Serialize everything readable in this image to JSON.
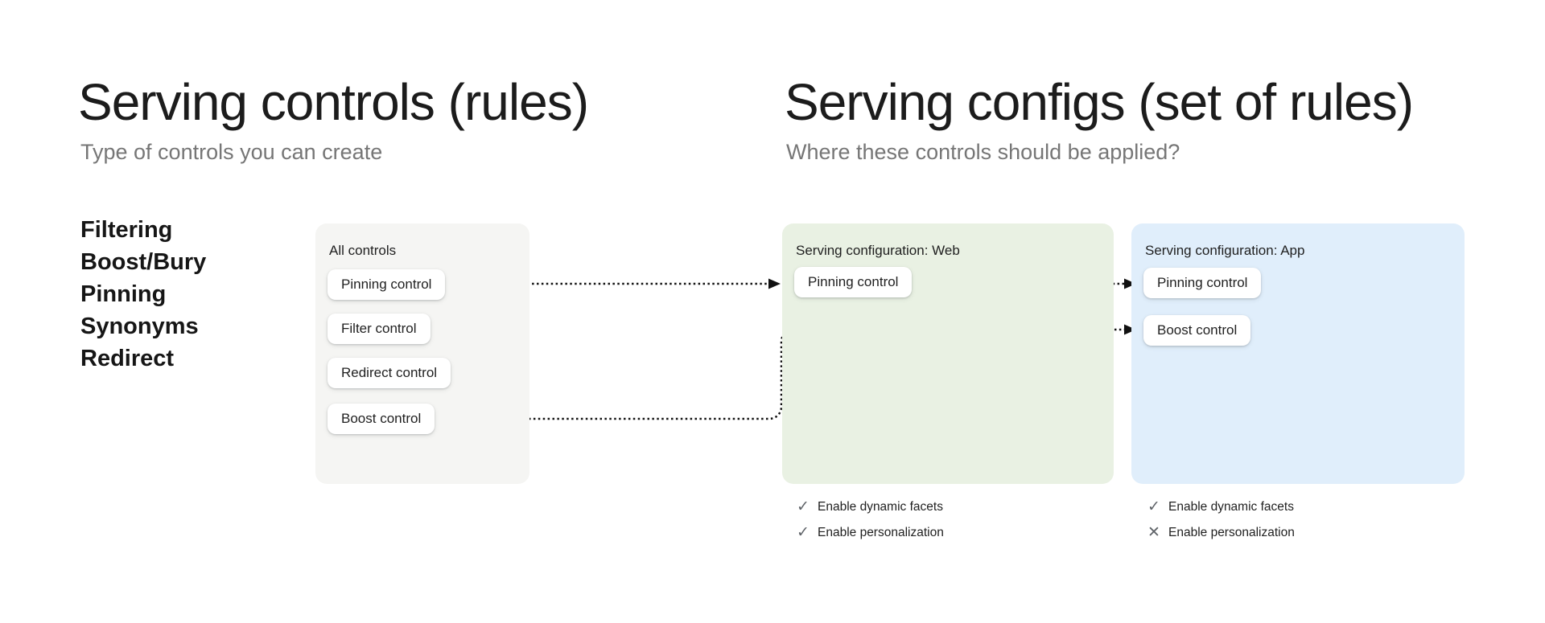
{
  "left_section": {
    "title": "Serving controls (rules)",
    "subtitle": "Type of controls you can create",
    "control_types": [
      "Filtering",
      "Boost/Bury",
      "Pinning",
      "Synonyms",
      "Redirect"
    ]
  },
  "right_section": {
    "title": "Serving configs (set of rules)",
    "subtitle": "Where these controls should be applied?"
  },
  "cards": {
    "all_controls": {
      "title": "All controls",
      "buttons": [
        "Pinning control",
        "Filter control",
        "Redirect control",
        "Boost control"
      ]
    },
    "web": {
      "title": "Serving configuration: Web",
      "buttons": [
        "Pinning control"
      ],
      "features": [
        {
          "glyph": "✓",
          "state": "enabled",
          "label": "Enable dynamic facets"
        },
        {
          "glyph": "✓",
          "state": "enabled",
          "label": "Enable personalization"
        }
      ]
    },
    "app": {
      "title": "Serving configuration: App",
      "buttons": [
        "Pinning control",
        "Boost control"
      ],
      "features": [
        {
          "glyph": "✓",
          "state": "enabled",
          "label": "Enable dynamic facets"
        },
        {
          "glyph": "✕",
          "state": "disabled",
          "label": "Enable personalization"
        }
      ]
    }
  },
  "colors": {
    "card_gray": "#f5f5f3",
    "card_green": "#e9f1e3",
    "card_blue": "#e0eefb",
    "connector": "#111111",
    "check_icon": "#5f6368",
    "subtitle_text": "#767676",
    "heading_text": "#1c1c1c"
  }
}
